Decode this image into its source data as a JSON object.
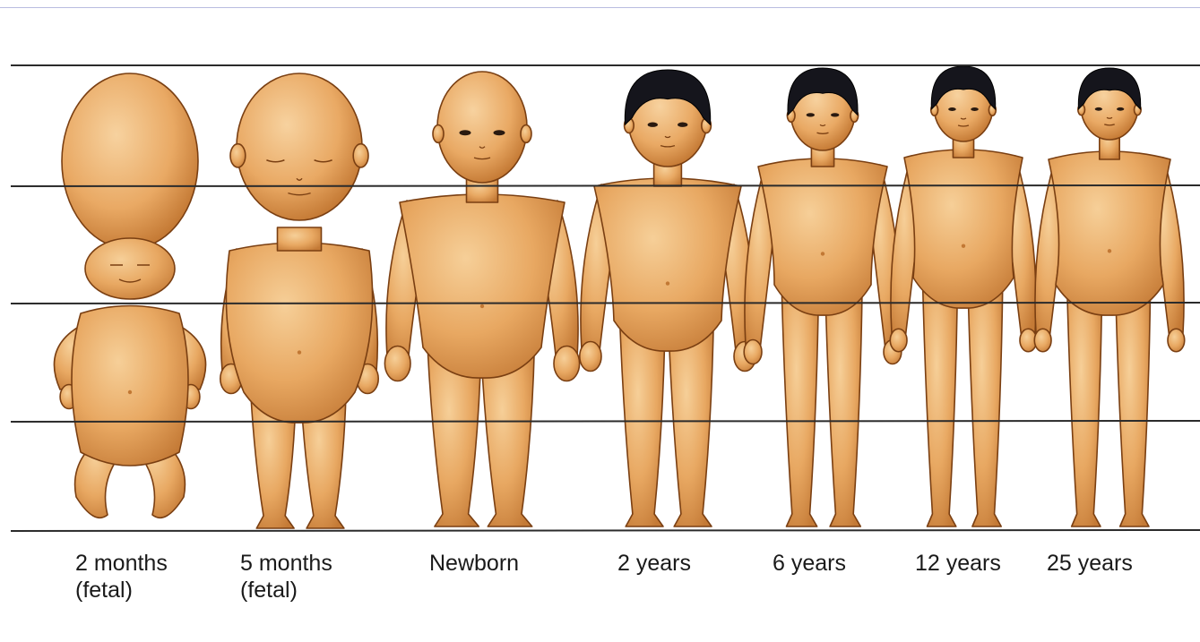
{
  "colors": {
    "skin": "#e8a862",
    "skin_light": "#f3c78d",
    "skin_shadow": "#c27834",
    "outline": "#7a3f12",
    "hair": "#15151c",
    "grid_line": "#2b2b2b"
  },
  "figures": [
    {
      "id": "2-months",
      "label_line1": "2 months",
      "label_line2": "(fetal)",
      "icon": "fetus-2-months-icon",
      "hair": false
    },
    {
      "id": "5-months",
      "label_line1": "5 months",
      "label_line2": "(fetal)",
      "icon": "fetus-5-months-icon",
      "hair": false
    },
    {
      "id": "newborn",
      "label_line1": "Newborn",
      "label_line2": "",
      "icon": "newborn-icon",
      "hair": false
    },
    {
      "id": "2-years",
      "label_line1": "2 years",
      "label_line2": "",
      "icon": "child-2-years-icon",
      "hair": true
    },
    {
      "id": "6-years",
      "label_line1": "6 years",
      "label_line2": "",
      "icon": "child-6-years-icon",
      "hair": true
    },
    {
      "id": "12-years",
      "label_line1": "12 years",
      "label_line2": "",
      "icon": "youth-12-years-icon",
      "hair": true
    },
    {
      "id": "25-years",
      "label_line1": "25 years",
      "label_line2": "",
      "icon": "adult-25-years-icon",
      "hair": true
    }
  ]
}
